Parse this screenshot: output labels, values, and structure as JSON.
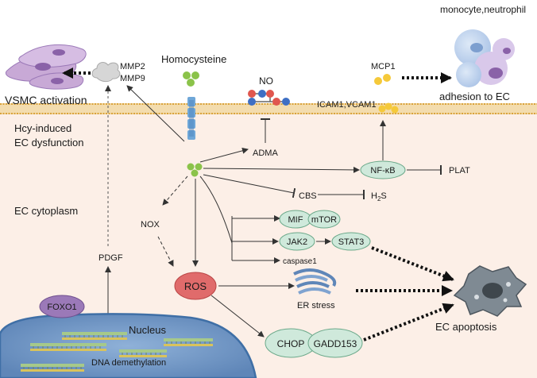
{
  "labels": {
    "vsmc_activation": "VSMC activation",
    "mmp2": "MMP2",
    "mmp9": "MMP9",
    "homocysteine": "Homocysteine",
    "no": "NO",
    "mcp1": "MCP1",
    "monocyte_neutrophil": "monocyte,neutrophil",
    "adhesion_to_ec": "adhesion to EC",
    "icam_vcam": "ICAM1,VCAM1",
    "hcy_induced_line1": "Hcy-induced",
    "hcy_induced_line2": "EC dysfunction",
    "adma": "ADMA",
    "nfkb": "NF-κB",
    "plat": "PLAT",
    "cbs": "CBS",
    "h2s_main": "H",
    "h2s_sub": "2",
    "h2s_tail": "S",
    "ec_cytoplasm": "EC cytoplasm",
    "nox": "NOX",
    "mif": "MIF",
    "mtor": "mTOR",
    "jak2": "JAK2",
    "stat3": "STAT3",
    "caspase1": "caspase1",
    "pdgf": "PDGF",
    "ros": "ROS",
    "foxo1": "FOXO1",
    "nucleus": "Nucleus",
    "er_stress": "ER stress",
    "chop": "CHOP",
    "gadd153": "GADD153",
    "ec_apoptosis": "EC apoptosis",
    "dna_demethylation": "DNA demethylation"
  },
  "colors": {
    "extracellular_bg": "#ffffff",
    "cytoplasm_bg": "#fcefe7",
    "membrane_band": "#f1d3a0",
    "membrane_line": "#d9a23a",
    "node_green": "#cfe9db",
    "node_green_stroke": "#6aa889",
    "hcy_green": "#8bc34a",
    "ros_red": "#e06b6b",
    "foxo1_purple": "#9b79b8",
    "nucleus_blue": "#6f98c7",
    "nucleus_dark": "#3f6fa6",
    "no_red": "#e0564e",
    "no_blue": "#3e6fc4",
    "mcp1_yellow": "#f5c93a",
    "arrow": "#333333"
  },
  "icons": {
    "vsmc": "vsmc-cells-icon",
    "mmp": "mmp-cloud-icon",
    "hcy": "homocysteine-molecule-icon",
    "receptor": "receptor-icon",
    "no_molecule": "no-molecule-icon",
    "mcp1": "mcp1-chemokine-icon",
    "monocyte": "monocyte-neutrophil-icon",
    "icam": "icam-vcam-icon",
    "er": "er-stress-icon",
    "apoptotic_cell": "apoptotic-cell-icon",
    "dna": "dna-strand-icon"
  }
}
